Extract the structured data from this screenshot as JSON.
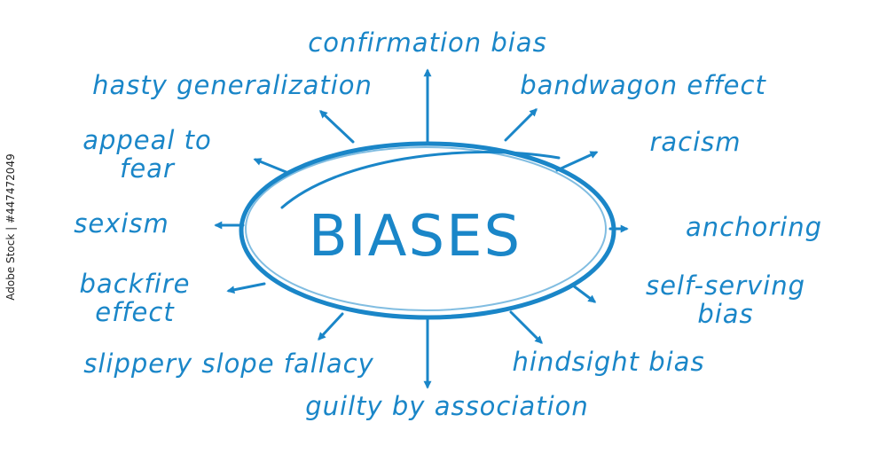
{
  "colors": {
    "ink": "#1a86c8",
    "watermark": "#222222"
  },
  "center": {
    "label": "BIASES"
  },
  "biases": [
    {
      "id": "confirmation-bias",
      "lines": [
        "confirmation bias"
      ]
    },
    {
      "id": "hasty-generalization",
      "lines": [
        "hasty generalization"
      ]
    },
    {
      "id": "bandwagon-effect",
      "lines": [
        "bandwagon effect"
      ]
    },
    {
      "id": "appeal-to-fear",
      "lines": [
        "appeal to",
        "fear"
      ]
    },
    {
      "id": "racism",
      "lines": [
        "racism"
      ]
    },
    {
      "id": "sexism",
      "lines": [
        "sexism"
      ]
    },
    {
      "id": "anchoring",
      "lines": [
        "anchoring"
      ]
    },
    {
      "id": "backfire-effect",
      "lines": [
        "backfire",
        "effect"
      ]
    },
    {
      "id": "self-serving-bias",
      "lines": [
        "self-serving",
        "bias"
      ]
    },
    {
      "id": "slippery-slope-fallacy",
      "lines": [
        "slippery slope fallacy"
      ]
    },
    {
      "id": "hindsight-bias",
      "lines": [
        "hindsight bias"
      ]
    },
    {
      "id": "guilty-by-association",
      "lines": [
        "guilty by association"
      ]
    }
  ],
  "watermark": {
    "text": "Adobe Stock | #447472049"
  }
}
